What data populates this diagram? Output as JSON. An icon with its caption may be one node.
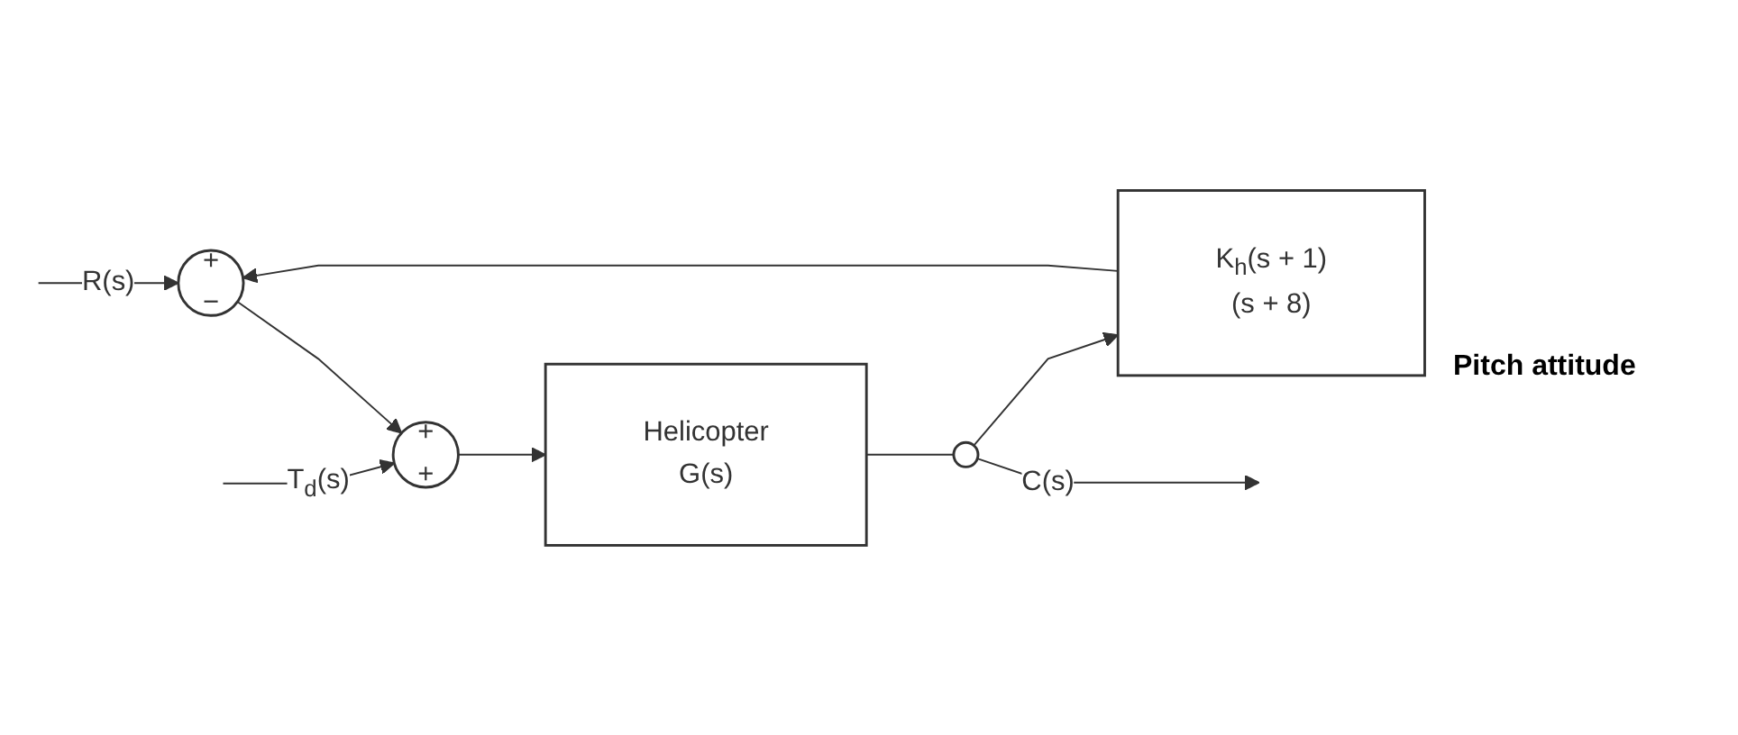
{
  "diagram": {
    "nodes": [
      {
        "text": [
          "+",
          "−"
        ]
      },
      {
        "text": [
          "+",
          "+"
        ]
      },
      {
        "text": [
          "Helicopter",
          "G(s)"
        ]
      },
      {
        "text": [],
        "shape": "circle"
      },
      {
        "text": [
          "K$_{h}$(s + 1)",
          "(s + 8)"
        ]
      }
    ],
    "edges": [
      {
        "from": null,
        "to": 0,
        "arrow": "to",
        "label": "R(s)"
      },
      {
        "from": 0,
        "to": 1,
        "arrow": "to"
      },
      {
        "from": null,
        "to": 1,
        "arrow": "to",
        "label": "T$_{d}$(s)"
      },
      {
        "from": 1,
        "to": 2,
        "arrow": "to"
      },
      {
        "from": 2,
        "to": 3,
        "arrow": "none"
      },
      {
        "from": 3,
        "to": null,
        "arrow": "to",
        "label": "C(s)"
      },
      {
        "from": 3,
        "to": 4,
        "arrow": "to"
      },
      {
        "from": 4,
        "to": 0,
        "arrow": "to"
      }
    ],
    "labels": [
      "Pitch attitude"
    ]
  }
}
